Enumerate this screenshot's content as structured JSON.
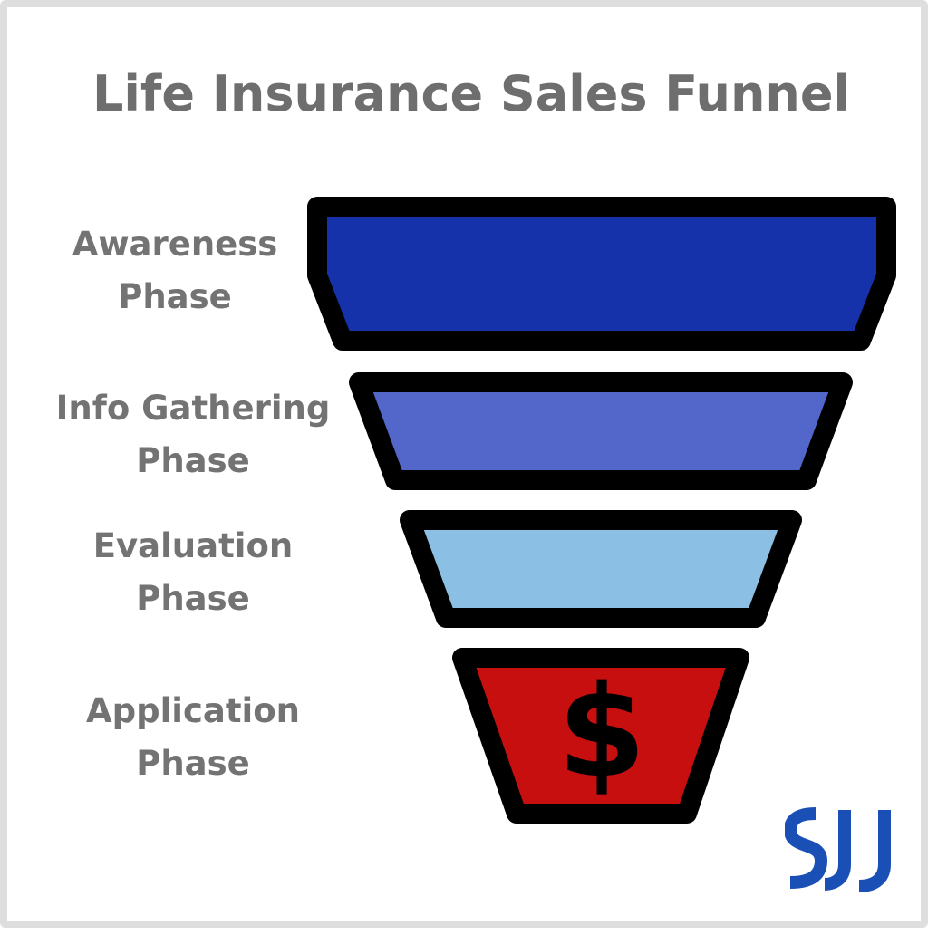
{
  "title": "Life Insurance Sales Funnel",
  "stages": [
    {
      "line1": "Awareness",
      "line2": "Phase",
      "color": "#1532aa"
    },
    {
      "line1": "Info Gathering",
      "line2": "Phase",
      "color": "#5366ca"
    },
    {
      "line1": "Evaluation",
      "line2": "Phase",
      "color": "#8bbfe3"
    },
    {
      "line1": "Application",
      "line2": "Phase",
      "color": "#c70f0f"
    }
  ],
  "icons": {
    "application_stage": "dollar-sign-icon",
    "logo": "sjj-logo-icon"
  },
  "stroke_color": "#000000",
  "text_color": "#737373",
  "logo_color": "#1a4fb5"
}
